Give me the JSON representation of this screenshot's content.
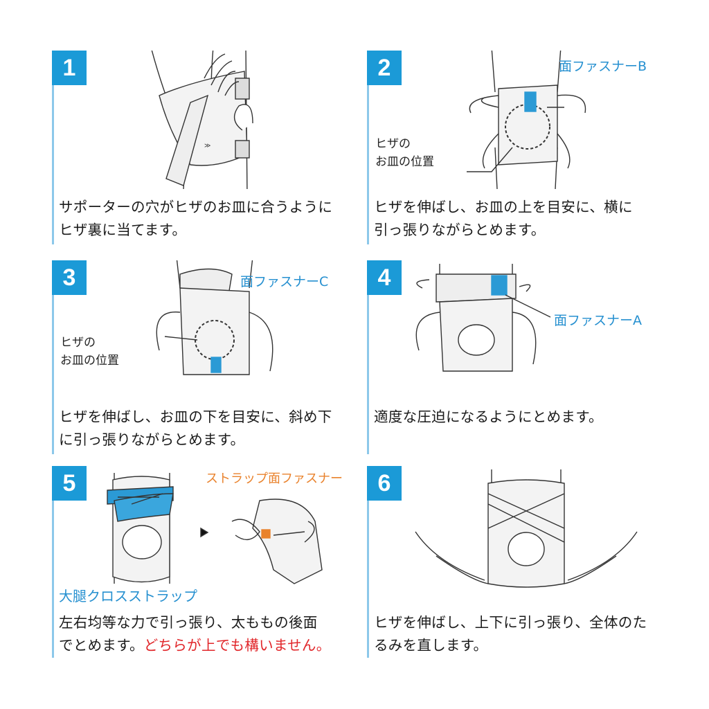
{
  "steps": [
    {
      "number": "1",
      "caption_lines": [
        "サポーターの穴がヒザのお皿に合うように",
        "ヒザ裏に当てます。"
      ]
    },
    {
      "number": "2",
      "label": "面ファスナーB",
      "kneecap_label_lines": [
        "ヒザの",
        "お皿の位置"
      ],
      "caption_lines": [
        "ヒザを伸ばし、お皿の上を目安に、横に",
        "引っ張りながらとめます。"
      ]
    },
    {
      "number": "3",
      "label": "面ファスナーC",
      "kneecap_label_lines": [
        "ヒザの",
        "お皿の位置"
      ],
      "caption_lines": [
        "ヒザを伸ばし、お皿の下を目安に、斜め下",
        "に引っ張りながらとめます。"
      ]
    },
    {
      "number": "4",
      "label": "面ファスナーA",
      "caption_lines": [
        "適度な圧迫になるようにとめます。"
      ]
    },
    {
      "number": "5",
      "label_strap": "ストラップ面ファスナー",
      "label_cross": "大腿クロスストラップ",
      "caption_line1": "左右均等な力で引っ張り、太ももの後面",
      "caption_line2_black": "でとめます。",
      "caption_line2_red": "どちらが上でも構いません。"
    },
    {
      "number": "6",
      "caption_lines": [
        "ヒザを伸ばし、上下に引っ張り、全体のた",
        "るみを直します。"
      ]
    }
  ],
  "colors": {
    "accent_blue": "#1b9ad7",
    "label_blue": "#2690d0",
    "orange": "#e9822c",
    "red": "#e1262a",
    "line": "#8cc8ea"
  }
}
